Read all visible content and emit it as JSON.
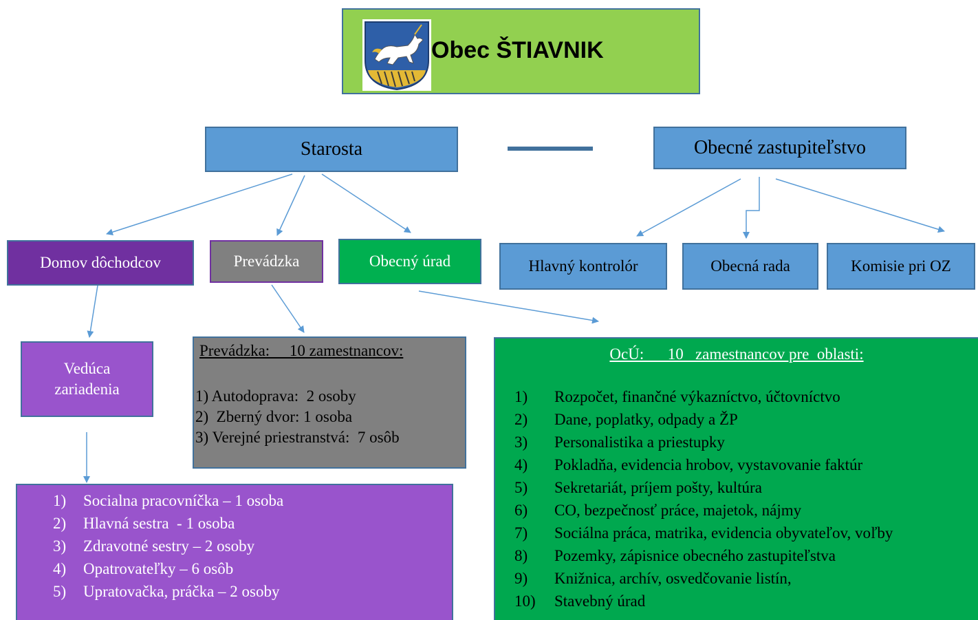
{
  "title": "Obec ŠTIAVNIK",
  "nodes": {
    "starosta": "Starosta",
    "obecne_zastupitelstvo": "Obecné zastupiteľstvo",
    "domov_dochodcov": "Domov dôchodcov",
    "prevadzka": "Prevádzka",
    "obecny_urad": "Obecný úrad",
    "hlavny_kontrolor": "Hlavný kontrolór",
    "obecna_rada": "Obecná rada",
    "komisie": "Komisie pri OZ",
    "veduca": "Vedúca zariadenia"
  },
  "prevadzka_detail": {
    "header": "Prevádzka:     10 zamestnancov:",
    "items": [
      "1) Autodoprava:  2 osoby",
      "2)  Zberný dvor: 1 osoba",
      "3) Verejné priestranstvá:  7 osôb"
    ]
  },
  "domov_staff": [
    {
      "num": "1)",
      "text": "Socialna pracovníčka – 1 osoba"
    },
    {
      "num": "2)",
      "text": "Hlavná sestra  - 1 osoba"
    },
    {
      "num": "3)",
      "text": "Zdravotné sestry – 2 osoby"
    },
    {
      "num": "4)",
      "text": "Opatrovateľky – 6 osôb"
    },
    {
      "num": "5)",
      "text": "Upratovačka, práčka – 2 osoby"
    }
  ],
  "ocu_detail": {
    "header": "OcÚ:      10   zamestnancov pre  oblasti:",
    "items": [
      {
        "num": "1)",
        "text": "Rozpočet, finančné výkazníctvo, účtovníctvo"
      },
      {
        "num": "2)",
        "text": "Dane, poplatky, odpady a ŽP"
      },
      {
        "num": "3)",
        "text": "Personalistika a priestupky"
      },
      {
        "num": "4)",
        "text": "Pokladňa, evidencia hrobov, vystavovanie faktúr"
      },
      {
        "num": "5)",
        "text": "Sekretariát, príjem pošty, kultúra"
      },
      {
        "num": "6)",
        "text": "CO, bezpečnosť práce, majetok, nájmy"
      },
      {
        "num": "7)",
        "text": "Sociálna práca, matrika, evidencia obyvateľov, voľby"
      },
      {
        "num": "8)",
        "text": "Pozemky, zápisnice obecného zastupiteľstva"
      },
      {
        "num": "9)",
        "text": "Knižnica, archív, osvedčovanie listín,"
      },
      {
        "num": "10)",
        "text": "Stavebný úrad"
      }
    ]
  },
  "colors": {
    "title_bg": "#92d050",
    "node_blue": "#5b9bd5",
    "node_purple_dark": "#7030a0",
    "node_purple_light": "#9954cc",
    "node_gray": "#808080",
    "node_green": "#00b050",
    "arrow": "#5b9bd5",
    "connector": "#41719c"
  }
}
